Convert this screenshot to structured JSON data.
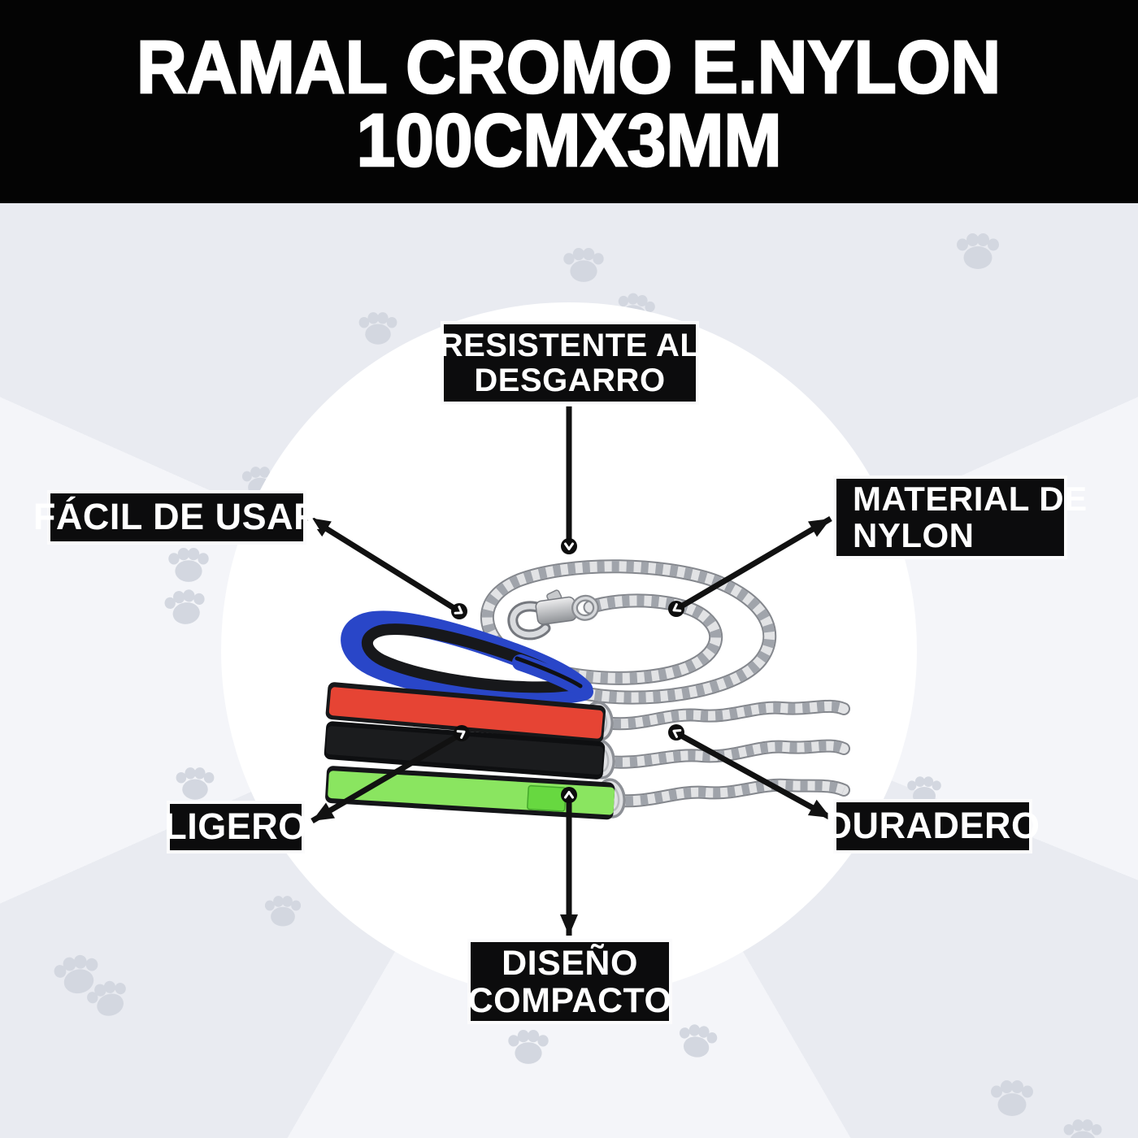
{
  "header": {
    "line1": "RAMAL CROMO E.NYLON",
    "line2": "100CMX3MM"
  },
  "features": [
    {
      "id": "resistente",
      "line1": "RESISTENTE AL",
      "line2": "DESGARRO"
    },
    {
      "id": "facil",
      "line1": "FÁCIL DE USAR",
      "line2": ""
    },
    {
      "id": "material",
      "line1": "MATERIAL DE",
      "line2": "NYLON"
    },
    {
      "id": "ligero",
      "line1": "LIGERO",
      "line2": ""
    },
    {
      "id": "duradero",
      "line1": "DURADERO",
      "line2": ""
    },
    {
      "id": "diseno",
      "line1": "DISEÑO",
      "line2": "COMPACTO"
    }
  ],
  "product": {
    "handles": [
      {
        "name": "blue",
        "hex": "#2946c8"
      },
      {
        "name": "red",
        "hex": "#e64434"
      },
      {
        "name": "black",
        "hex": "#1b1c1e"
      },
      {
        "name": "green",
        "hex": "#8ae560"
      }
    ],
    "chain_hex": "#c9ccd1"
  },
  "colors": {
    "background": "#e9ebf1",
    "banner_bg": "#040404",
    "label_bg": "#0c0c0d",
    "label_border": "#fbfbfc",
    "label_text": "#ffffff",
    "annotation": "#111111",
    "paw_print": "#d3d7e0",
    "spotlight_circle": "#ffffff",
    "chain_light": "#e2e3e5",
    "chain_dark": "#84878d"
  },
  "icons": {
    "background_pattern": "paw-print-icon",
    "pointer": "point-marker-icon",
    "arrow": "arrowhead-icon"
  }
}
